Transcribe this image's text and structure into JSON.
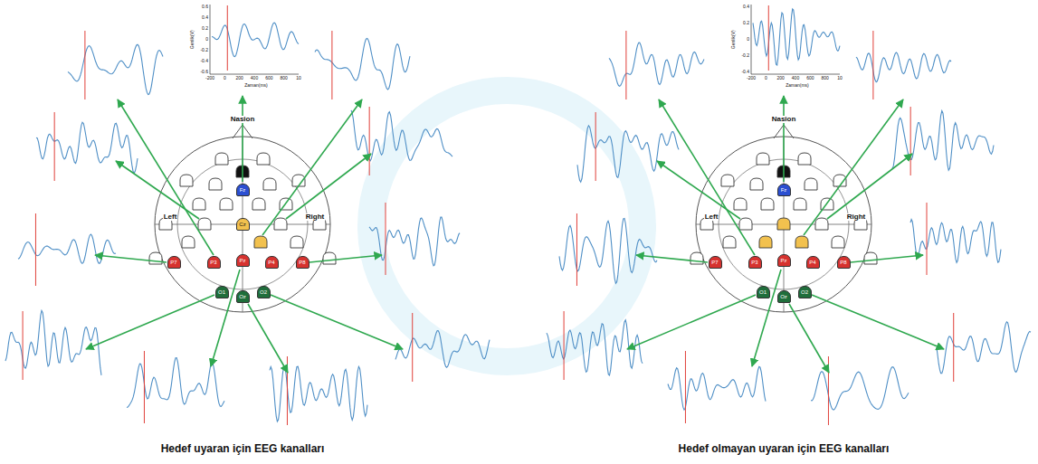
{
  "diagram": {
    "nodes": [
      {
        "text": [
          "Fz"
        ]
      },
      {
        "text": [
          "Cz"
        ]
      },
      {
        "text": [
          "P7"
        ]
      },
      {
        "text": [
          "P3"
        ]
      },
      {
        "text": [
          "Pz"
        ]
      },
      {
        "text": [
          "P4"
        ]
      },
      {
        "text": [
          "P8"
        ]
      },
      {
        "text": [
          "O1"
        ]
      },
      {
        "text": [
          "Oz"
        ]
      },
      {
        "text": [
          "O2"
        ]
      },
      {
        "text": [
          "Fz"
        ]
      },
      {
        "text": [
          "P7"
        ]
      },
      {
        "text": [
          "P3"
        ]
      },
      {
        "text": [
          "Pz"
        ]
      },
      {
        "text": [
          "P4"
        ]
      },
      {
        "text": [
          "P8"
        ]
      },
      {
        "text": [
          "O1"
        ]
      },
      {
        "text": [
          "Oz"
        ]
      },
      {
        "text": [
          "O2"
        ]
      }
    ],
    "labels": [
      "Nasion",
      "Left",
      "Right",
      "0.6",
      "0.4",
      "0.2",
      "0",
      "-0.2",
      "-0.4",
      "-0.6",
      "-200",
      "0",
      "200",
      "400",
      "600",
      "800",
      "10",
      "Genlik(V)",
      "Zaman(ms)",
      "Hedef uyaran için EEG kanalları",
      "Nasion",
      "Left",
      "Right",
      "0.4",
      "0.2",
      "0",
      "-0.2",
      "-0.4",
      "-200",
      "0",
      "200",
      "400",
      "600",
      "800",
      "10",
      "Genlik(V)",
      "Zaman(ms)",
      "Hedef olmayan uyaran için EEG kanalları"
    ]
  }
}
